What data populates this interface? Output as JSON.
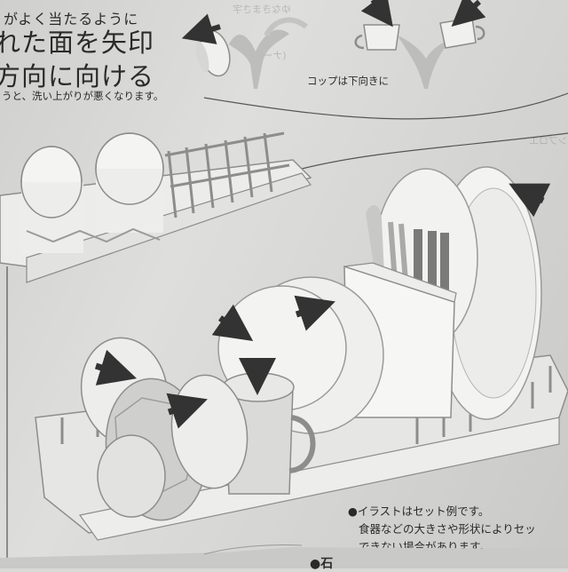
{
  "header": {
    "line_small": "がよく当たるように",
    "line_big_1": "れた面を矢印",
    "line_big_2": "方向に向ける",
    "line_note": "うと、洗い上がりが悪くなります。"
  },
  "cup_caption": "コップは下向きに",
  "notes": {
    "bullet": "●",
    "line1": "イラストはセット例です。",
    "line2": "食器などの大きさや形状によりセッ",
    "line3": "できない場合があります。"
  },
  "footer": {
    "partial_label": "●石"
  },
  "show_through": {
    "t1": "ゆなきまさ字",
    "t2": "(ナー)",
    "t3": "ンプロエ"
  },
  "colors": {
    "paper": "#d9d9d7",
    "ink": "#2a2a2a",
    "illustration_fill": "#f2f2f0",
    "illustration_shade": "#a9a9a7",
    "arrow": "#333333"
  },
  "icons": [
    "arrow-icon",
    "cup-icon",
    "water-splash-icon",
    "dish-rack-icon",
    "plate-icon",
    "bowl-icon",
    "mug-icon",
    "cutlery-basket-icon"
  ]
}
